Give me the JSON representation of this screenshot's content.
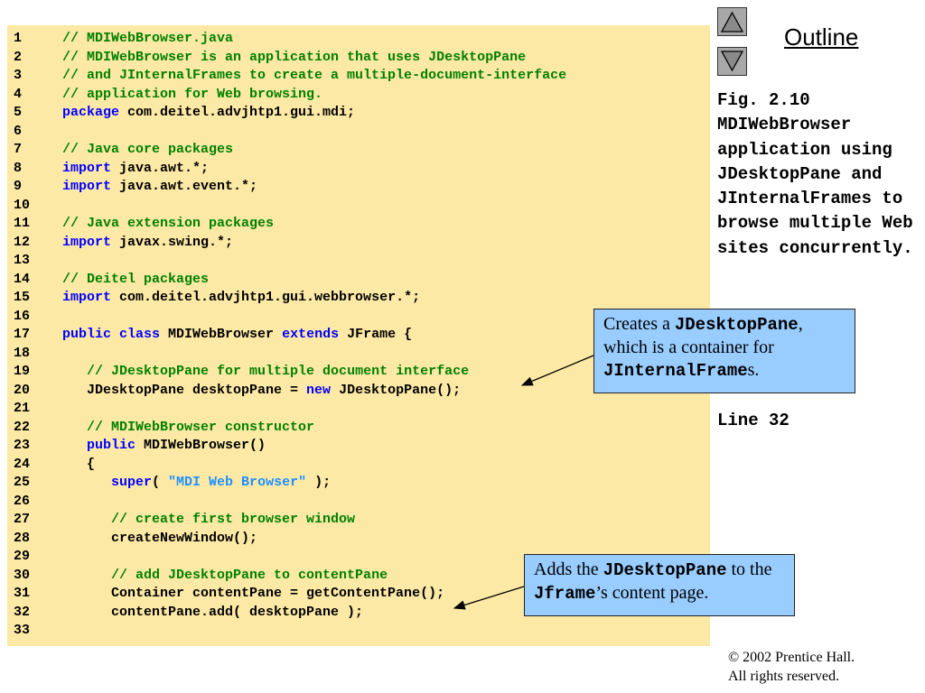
{
  "nav": {
    "outline_label": "Outline"
  },
  "code": {
    "lines": [
      {
        "n": "1",
        "segs": [
          {
            "t": "cm",
            "v": "// MDIWebBrowser.java"
          }
        ]
      },
      {
        "n": "2",
        "segs": [
          {
            "t": "cm",
            "v": "// MDIWebBrowser is an application that uses JDesktopPane"
          }
        ]
      },
      {
        "n": "3",
        "segs": [
          {
            "t": "cm",
            "v": "// and JInternalFrames to create a multiple-document-interface"
          }
        ]
      },
      {
        "n": "4",
        "segs": [
          {
            "t": "cm",
            "v": "// application for Web browsing."
          }
        ]
      },
      {
        "n": "5",
        "segs": [
          {
            "t": "kw",
            "v": "package"
          },
          {
            "t": "tx",
            "v": " com.deitel.advjhtp1.gui.mdi;"
          }
        ]
      },
      {
        "n": "6",
        "segs": []
      },
      {
        "n": "7",
        "segs": [
          {
            "t": "cm",
            "v": "// Java core packages"
          }
        ]
      },
      {
        "n": "8",
        "segs": [
          {
            "t": "kw",
            "v": "import"
          },
          {
            "t": "tx",
            "v": " java.awt.*;"
          }
        ]
      },
      {
        "n": "9",
        "segs": [
          {
            "t": "kw",
            "v": "import"
          },
          {
            "t": "tx",
            "v": " java.awt.event.*;"
          }
        ]
      },
      {
        "n": "10",
        "segs": []
      },
      {
        "n": "11",
        "segs": [
          {
            "t": "cm",
            "v": "// Java extension packages"
          }
        ]
      },
      {
        "n": "12",
        "segs": [
          {
            "t": "kw",
            "v": "import"
          },
          {
            "t": "tx",
            "v": " javax.swing.*;"
          }
        ]
      },
      {
        "n": "13",
        "segs": []
      },
      {
        "n": "14",
        "segs": [
          {
            "t": "cm",
            "v": "// Deitel packages"
          }
        ]
      },
      {
        "n": "15",
        "segs": [
          {
            "t": "kw",
            "v": "import"
          },
          {
            "t": "tx",
            "v": " com.deitel.advjhtp1.gui.webbrowser.*;"
          }
        ]
      },
      {
        "n": "16",
        "segs": []
      },
      {
        "n": "17",
        "segs": [
          {
            "t": "kw",
            "v": "public class"
          },
          {
            "t": "tx",
            "v": " MDIWebBrowser "
          },
          {
            "t": "kw",
            "v": "extends"
          },
          {
            "t": "tx",
            "v": " JFrame {"
          }
        ]
      },
      {
        "n": "18",
        "segs": []
      },
      {
        "n": "19",
        "segs": [
          {
            "t": "tx",
            "v": "   "
          },
          {
            "t": "cm",
            "v": "// JDesktopPane for multiple document interface"
          }
        ]
      },
      {
        "n": "20",
        "segs": [
          {
            "t": "tx",
            "v": "   JDesktopPane desktopPane = "
          },
          {
            "t": "kw",
            "v": "new"
          },
          {
            "t": "tx",
            "v": " JDesktopPane();"
          }
        ]
      },
      {
        "n": "21",
        "segs": []
      },
      {
        "n": "22",
        "segs": [
          {
            "t": "tx",
            "v": "   "
          },
          {
            "t": "cm",
            "v": "// MDIWebBrowser constructor"
          }
        ]
      },
      {
        "n": "23",
        "segs": [
          {
            "t": "tx",
            "v": "   "
          },
          {
            "t": "kw",
            "v": "public"
          },
          {
            "t": "tx",
            "v": " MDIWebBrowser()"
          }
        ]
      },
      {
        "n": "24",
        "segs": [
          {
            "t": "tx",
            "v": "   {"
          }
        ]
      },
      {
        "n": "25",
        "segs": [
          {
            "t": "tx",
            "v": "      "
          },
          {
            "t": "kw",
            "v": "super"
          },
          {
            "t": "tx",
            "v": "( "
          },
          {
            "t": "str",
            "v": "\"MDI Web Browser\""
          },
          {
            "t": "tx",
            "v": " );"
          }
        ]
      },
      {
        "n": "26",
        "segs": []
      },
      {
        "n": "27",
        "segs": [
          {
            "t": "tx",
            "v": "      "
          },
          {
            "t": "cm",
            "v": "// create first browser window"
          }
        ]
      },
      {
        "n": "28",
        "segs": [
          {
            "t": "tx",
            "v": "      createNewWindow();"
          }
        ]
      },
      {
        "n": "29",
        "segs": []
      },
      {
        "n": "30",
        "segs": [
          {
            "t": "tx",
            "v": "      "
          },
          {
            "t": "cm",
            "v": "// add JDesktopPane to contentPane"
          }
        ]
      },
      {
        "n": "31",
        "segs": [
          {
            "t": "tx",
            "v": "      Container contentPane = getContentPane();"
          }
        ]
      },
      {
        "n": "32",
        "segs": [
          {
            "t": "tx",
            "v": "      contentPane.add( desktopPane );"
          }
        ]
      },
      {
        "n": "33",
        "segs": []
      }
    ]
  },
  "caption": {
    "text": "Fig. 2.10 MDIWebBrowser application using JDesktopPane and JInternalFrames to browse multiple Web sites concurrently.",
    "line_ref": "Line 32"
  },
  "callouts": {
    "c1": {
      "p1": "Creates a ",
      "m1": "JDesktopPane",
      "p2": ", which is a container for ",
      "m2": "JInternalFrame",
      "p3": "s."
    },
    "c2": {
      "p1": "Adds the ",
      "m1": "JDesktopPane",
      "p2": " to the ",
      "m2": "Jframe",
      "p3": "’s content page."
    }
  },
  "footer": {
    "copyright": "© 2002 Prentice Hall.",
    "rights": "All rights reserved."
  },
  "colors": {
    "code_bg": "#fde9a6",
    "comment": "#008000",
    "keyword": "#0000ff",
    "string": "#1e90ff",
    "callout_bg": "#99ccff",
    "nav_button": "#a8a8a8"
  },
  "icons": [
    "triangle-up-icon",
    "triangle-down-icon"
  ]
}
